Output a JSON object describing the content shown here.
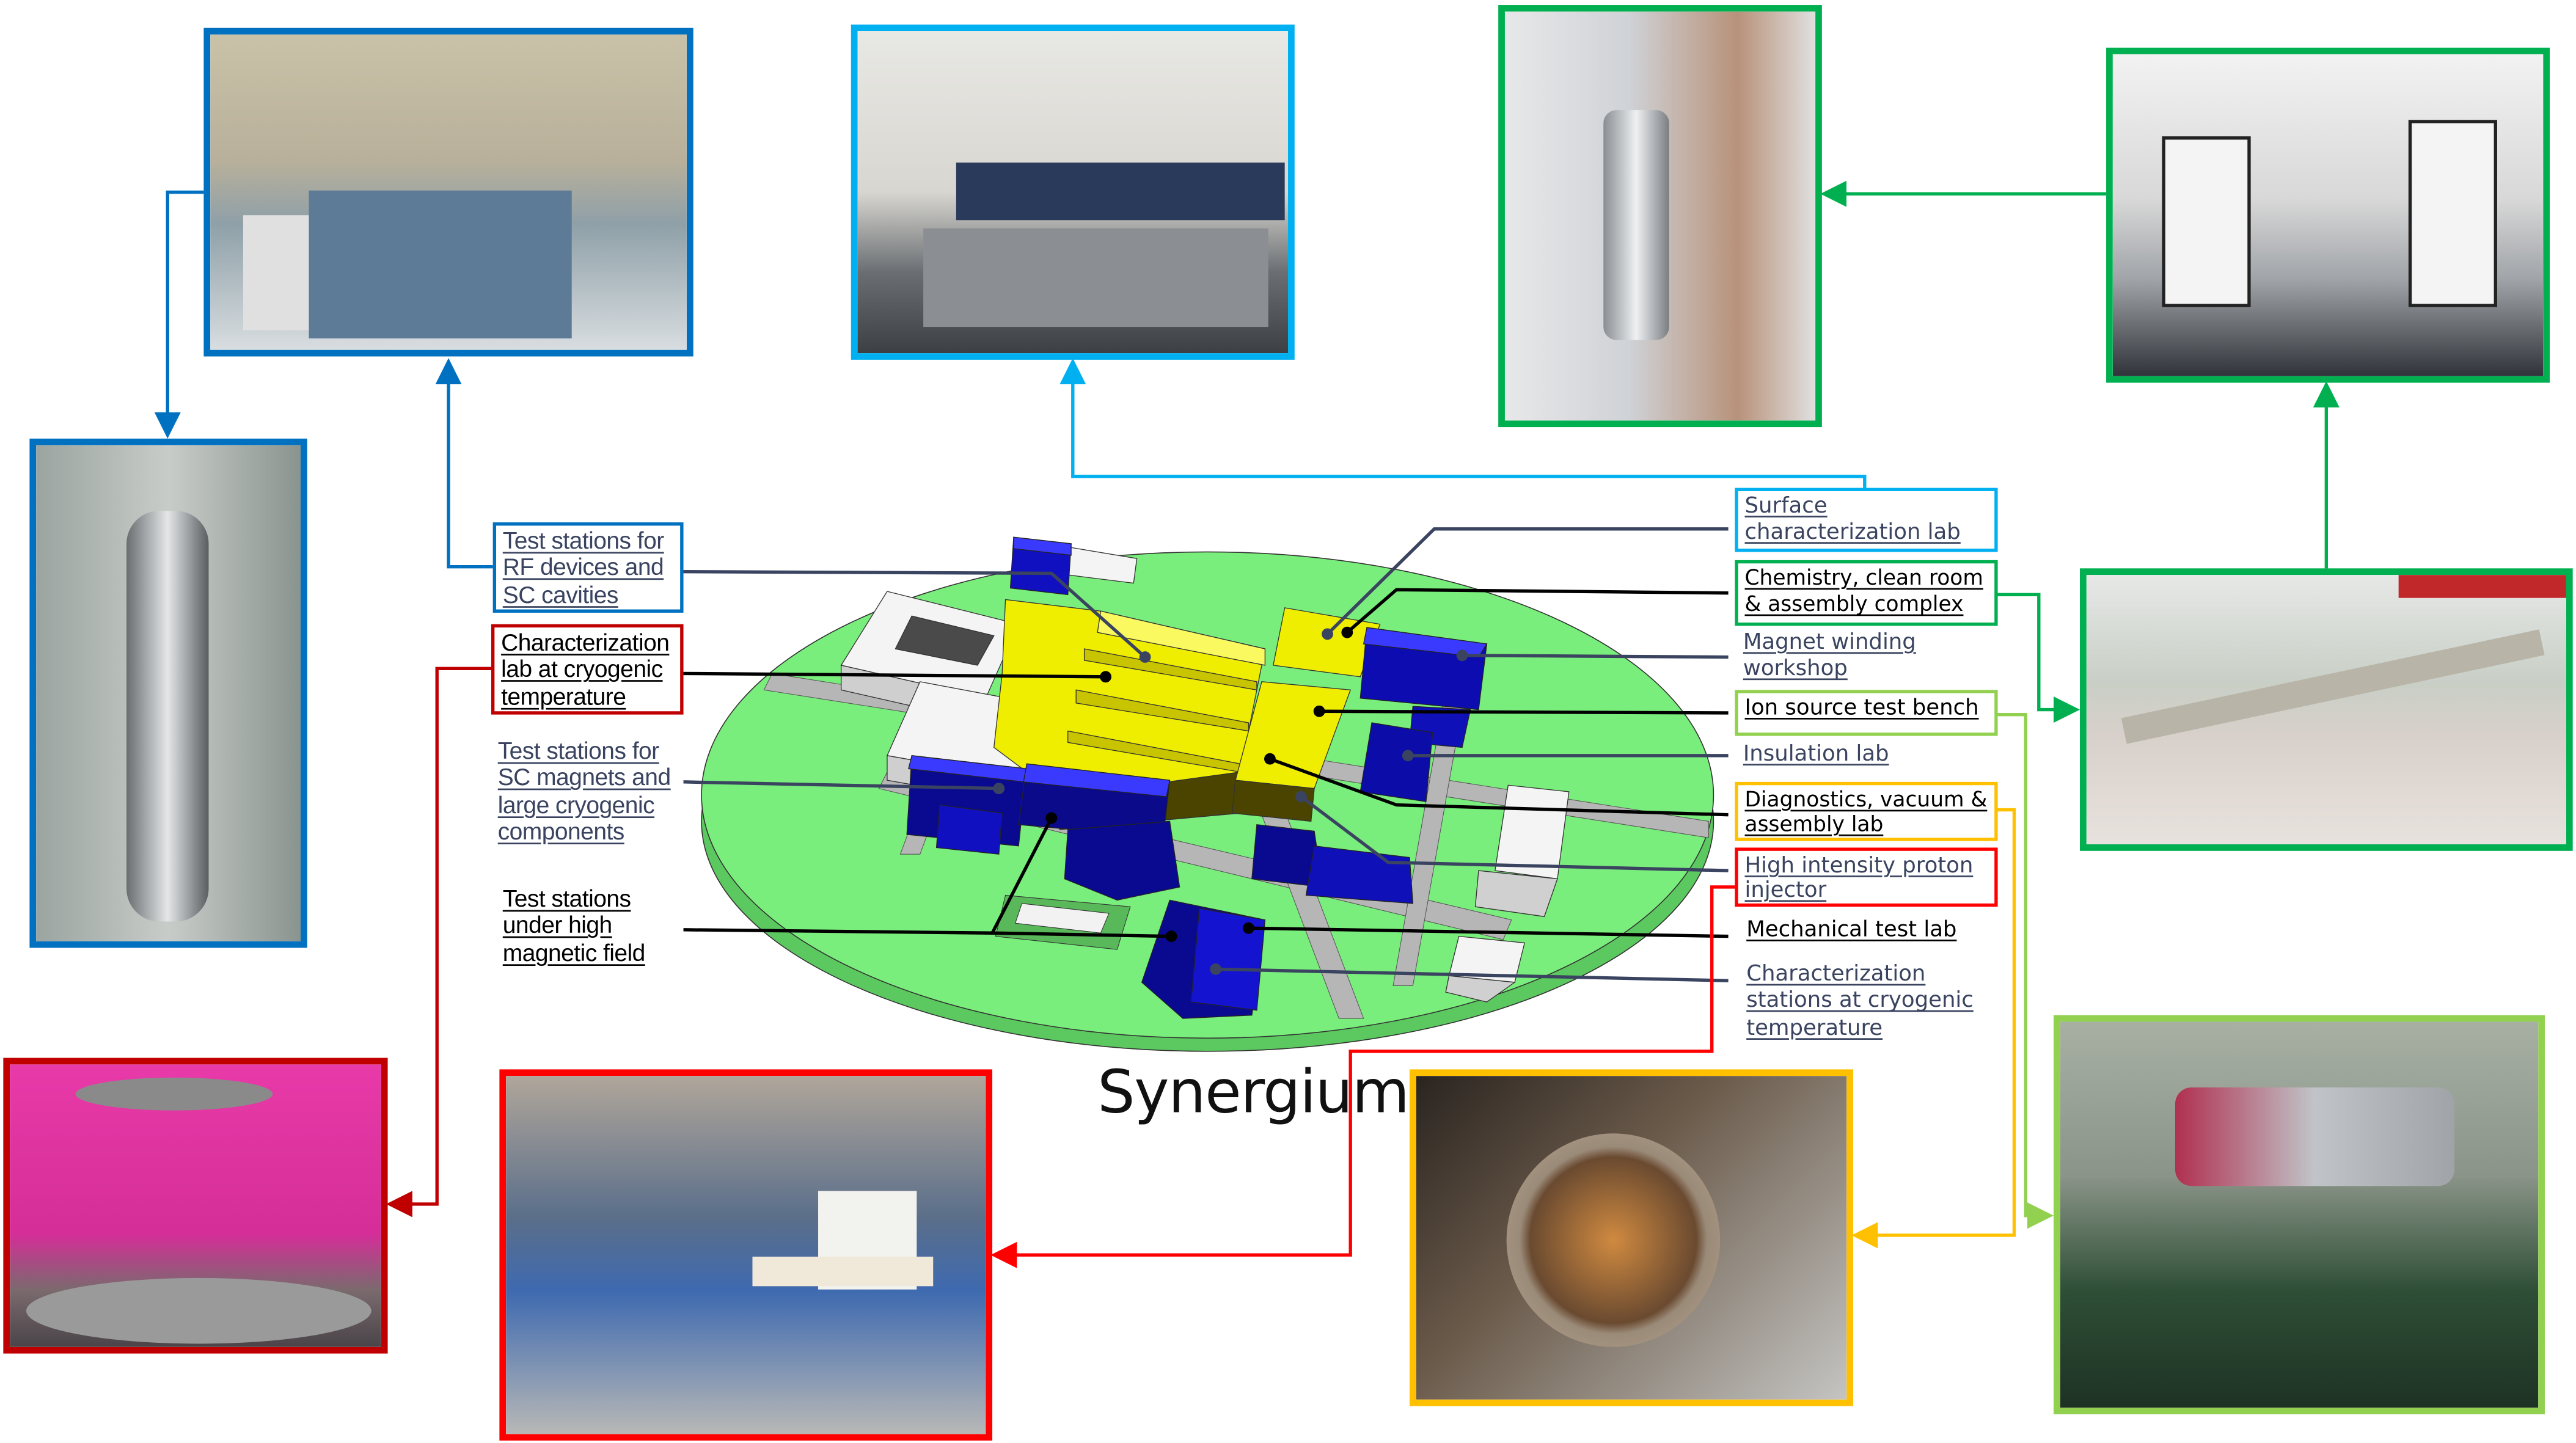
{
  "title": "Synergium",
  "colors": {
    "blue_dark": "#0070c0",
    "blue_light": "#00b0f0",
    "green": "#00b050",
    "light_green": "#92d050",
    "orange": "#ffc000",
    "red": "#ff0000",
    "dark_red": "#c00000"
  },
  "labels_left": [
    {
      "text": "Test stations for RF devices and SC cavities",
      "boxed": true,
      "color": "#0070c0"
    },
    {
      "text": "Characterization lab at cryogenic temperature",
      "boxed": true,
      "color": "#c00000"
    },
    {
      "text": "Test stations for SC magnets and large cryogenic components",
      "boxed": false
    },
    {
      "text": "Test stations under high magnetic field",
      "boxed": false
    }
  ],
  "labels_right": [
    {
      "text": "Surface characterization lab",
      "boxed": true,
      "color": "#00b0f0"
    },
    {
      "text": "Chemistry, clean room & assembly complex",
      "boxed": true,
      "color": "#00b050"
    },
    {
      "text": "Magnet winding workshop",
      "boxed": false
    },
    {
      "text": "Ion source test bench",
      "boxed": true,
      "color": "#92d050"
    },
    {
      "text": "Insulation lab",
      "boxed": false
    },
    {
      "text": "Diagnostics, vacuum & assembly lab",
      "boxed": true,
      "color": "#ffc000"
    },
    {
      "text": "High intensity proton injector",
      "boxed": true,
      "color": "#ff0000"
    },
    {
      "text": "Mechanical test lab",
      "boxed": false
    },
    {
      "text": "Characterization stations at cryogenic temperature",
      "boxed": false
    }
  ],
  "photos": [
    {
      "name": "rf-test-hall-photo",
      "color": "#0070c0"
    },
    {
      "name": "surface-lab-photo",
      "color": "#00b0f0"
    },
    {
      "name": "clean-room-cabinet-photo",
      "color": "#00b050"
    },
    {
      "name": "robot-arms-photo",
      "color": "#00b050"
    },
    {
      "name": "sc-cavity-insert-photo",
      "color": "#0070c0"
    },
    {
      "name": "beamline-tubes-photo",
      "color": "#00b050"
    },
    {
      "name": "cryogenic-sample-holder-photo",
      "color": "#c00000"
    },
    {
      "name": "proton-injector-photo",
      "color": "#ff0000"
    },
    {
      "name": "vacuum-chamber-photo",
      "color": "#ffc000"
    },
    {
      "name": "ion-source-bench-photo",
      "color": "#92d050"
    }
  ]
}
